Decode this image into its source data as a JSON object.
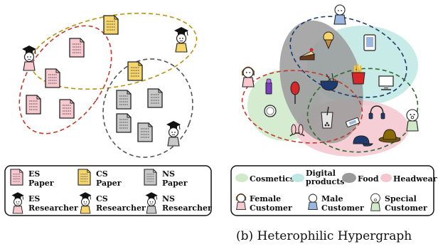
{
  "left_panel": {
    "legend": [
      {
        "label_line1": "ES",
        "label_line2": "Paper",
        "icon": "pink-paper-icon"
      },
      {
        "label_line1": "CS",
        "label_line2": "Paper",
        "icon": "yellow-paper-icon"
      },
      {
        "label_line1": "NS",
        "label_line2": "Paper",
        "icon": "gray-paper-icon"
      },
      {
        "label_line1": "ES",
        "label_line2": "Researcher",
        "icon": "pink-researcher-icon"
      },
      {
        "label_line1": "CS",
        "label_line2": "Researcher",
        "icon": "yellow-researcher-icon"
      },
      {
        "label_line1": "NS",
        "label_line2": "Researcher",
        "icon": "gray-researcher-icon"
      }
    ]
  },
  "right_panel": {
    "caption": "(b) Heterophilic Hypergraph",
    "legend": [
      {
        "label_line1": "Cosmetics",
        "label_line2": "",
        "icon": "green-blob-icon"
      },
      {
        "label_line1": "Digital",
        "label_line2": "products",
        "icon": "cyan-blob-icon"
      },
      {
        "label_line1": "Food",
        "label_line2": "",
        "icon": "gray-blob-icon"
      },
      {
        "label_line1": "Headwear",
        "label_line2": "",
        "icon": "pink-blob-icon"
      },
      {
        "label_line1": "Female",
        "label_line2": "Customer",
        "icon": "female-customer-icon"
      },
      {
        "label_line1": "Male",
        "label_line2": "Customer",
        "icon": "male-customer-icon"
      },
      {
        "label_line1": "Special",
        "label_line2": "Customer",
        "icon": "special-customer-icon"
      }
    ]
  },
  "colors": {
    "es_pink": "#f7c9cf",
    "cs_yellow": "#f6d56a",
    "ns_gray": "#c8c8c8",
    "edge_red": "#c0392b",
    "edge_gold": "#b8920f",
    "edge_gray": "#555555",
    "edge_navy": "#1f3a6e",
    "edge_green": "#2e6b2e",
    "cosmetics": "#cfe9c9",
    "digital": "#bfe8e4",
    "food": "#9a9a9a",
    "headwear": "#f4c7cf"
  }
}
